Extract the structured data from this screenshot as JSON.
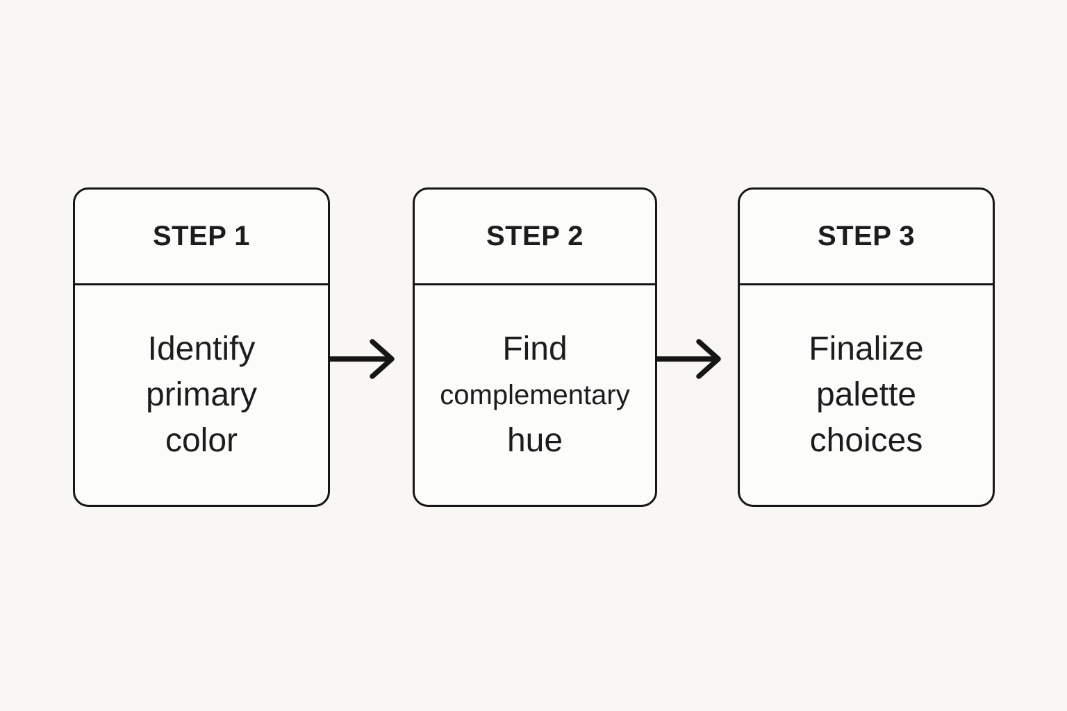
{
  "flowchart": {
    "steps": [
      {
        "header": "STEP 1",
        "lines": [
          "Identify",
          "primary",
          "color"
        ]
      },
      {
        "header": "STEP 2",
        "lines": [
          "Find",
          "complementary",
          "hue"
        ]
      },
      {
        "header": "STEP 3",
        "lines": [
          "Finalize",
          "palette",
          "choices"
        ]
      }
    ],
    "arrow_icon": "right-arrow",
    "colors": {
      "background": "#f8f7f4",
      "card_background": "#fcfcfb",
      "border": "#161616",
      "text": "#1c1c1c"
    }
  }
}
